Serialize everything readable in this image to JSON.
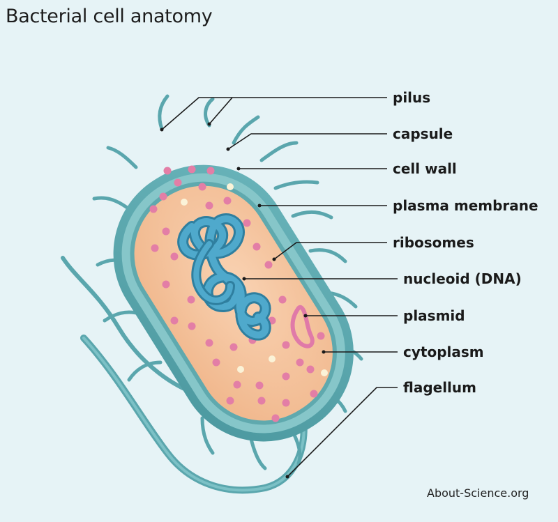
{
  "title": "Bacterial cell anatomy",
  "labels": {
    "pilus": "pilus",
    "capsule": "capsule",
    "cell_wall": "cell wall",
    "plasma_membrane": "plasma membrane",
    "ribosomes": "ribosomes",
    "nucleoid": "nucleoid (DNA)",
    "plasmid": "plasmid",
    "cytoplasm": "cytoplasm",
    "flagellum": "flagellum"
  },
  "credit": "About-Science.org",
  "colors": {
    "background": "#e6f3f6",
    "capsule": "#5aa6ad",
    "cell_wall": "#86c6c9",
    "cytoplasm": "#f7c9a6",
    "dna": "#3f9cc0",
    "ribosome": "#e37ea6",
    "plasmid": "#e07aa8",
    "leader": "#1a1a1a"
  },
  "icons": {
    "flagellum": "wavy-tail",
    "pilus": "hair-strand",
    "ribosome": "dot",
    "plasmid": "loop"
  }
}
